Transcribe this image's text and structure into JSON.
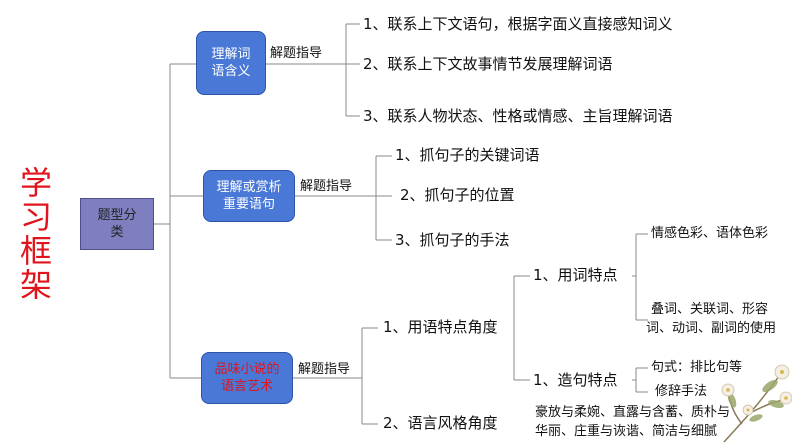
{
  "title": "学习框架",
  "root": "题型分类",
  "branches": [
    {
      "label_lines": [
        "理解词",
        "语含义"
      ],
      "guide": "解题指导",
      "items": [
        "1、联系上下文语句，根据字面义直接感知词义",
        "2、联系上下文故事情节发展理解词语",
        "3、联系人物状态、性格或情感、主旨理解词语"
      ]
    },
    {
      "label_lines": [
        "理解或赏析",
        "重要语句"
      ],
      "guide": "解题指导",
      "items": [
        "1、抓句子的关键词语",
        "2、抓句子的位置",
        "3、抓句子的手法"
      ]
    },
    {
      "label_lines": [
        "品味小说的",
        "语言艺术"
      ],
      "guide": "解题指导",
      "sub": [
        {
          "label": "1、用语特点角度",
          "children": [
            {
              "label": "1、用词特点",
              "leaves": [
                "情感色彩、语体色彩",
                "叠词、关联词、形容",
                "词、动词、副词的使用"
              ]
            },
            {
              "label": "1、造句特点",
              "leaves": [
                "句式：排比句等",
                "修辞手法"
              ]
            }
          ]
        },
        {
          "label": "2、语言风格角度",
          "leaves": [
            "豪放与柔婉、直露与含蓄、质朴与",
            "华丽、庄重与诙谐、简洁与细腻"
          ]
        }
      ]
    }
  ],
  "colors": {
    "title": "#e0141c",
    "root_box": "#7f7fbf",
    "branch_box": "#4a78d6",
    "highlight_text": "#e0141c",
    "connector": "#8a8a8a"
  },
  "decoration_icon": "flower-branch-icon"
}
